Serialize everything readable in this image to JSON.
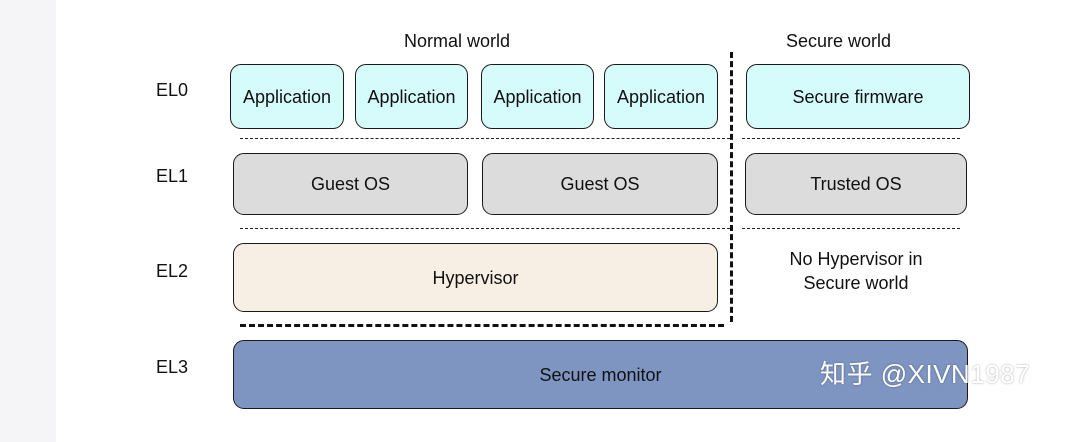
{
  "headers": {
    "normal_world": "Normal world",
    "secure_world": "Secure world"
  },
  "levels": [
    "EL0",
    "EL1",
    "EL2",
    "EL3"
  ],
  "el0": {
    "apps": [
      "Application",
      "Application",
      "Application",
      "Application"
    ],
    "secure": "Secure firmware"
  },
  "el1": {
    "guests": [
      "Guest OS",
      "Guest OS"
    ],
    "secure": "Trusted OS"
  },
  "el2": {
    "normal": "Hypervisor",
    "secure_note_line1": "No Hypervisor in",
    "secure_note_line2": "Secure world"
  },
  "el3": {
    "monitor": "Secure monitor"
  },
  "watermark": "知乎 @XIVN1987",
  "colors": {
    "application": "#d6fbfb",
    "os": "#dcdcdc",
    "hypervisor": "#f7efe3",
    "monitor": "#7e95c2"
  }
}
